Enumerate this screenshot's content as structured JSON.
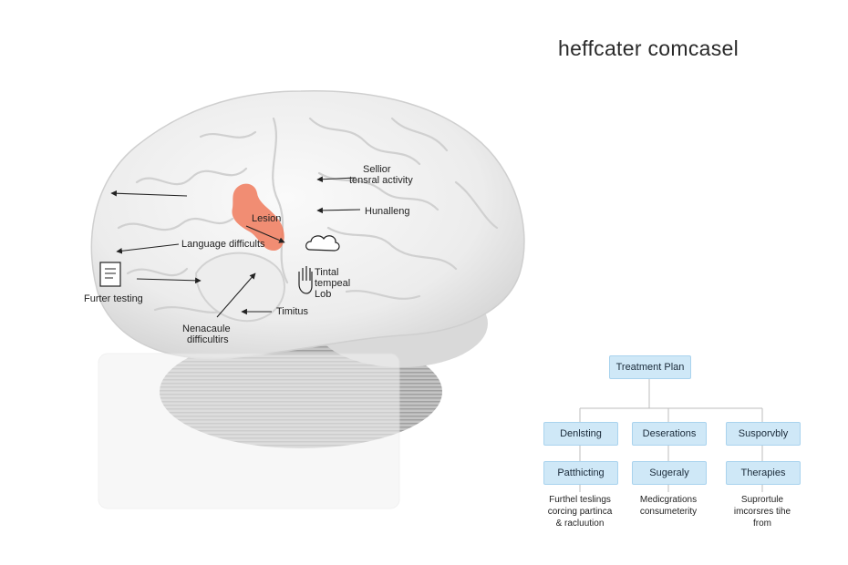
{
  "title": "heffcater comcasel",
  "brain_labels": {
    "sellior_line1": "Sellior",
    "sellior_line2": "tensral activity",
    "lesion": "Lesion",
    "hunalleng": "Hunalleng",
    "language": "Language difficults",
    "tintal_line1": "Tintal",
    "tintal_line2": "tempeal",
    "tintal_line3": "Lob",
    "further_testing": "Furter testing",
    "timitus": "Timitus",
    "nenacaule_line1": "Nenacaule",
    "nenacaule_line2": "difficultirs"
  },
  "icons": {
    "document": "document-icon",
    "cloud": "cloud-icon",
    "hand": "hand-icon"
  },
  "colors": {
    "lesion": "#f07a5c",
    "box_fill": "#cfe8f7",
    "box_border": "#a9d3ee"
  },
  "flowchart": {
    "root": "Treatment Plan",
    "columns": [
      {
        "head": "Denlsting",
        "sub": "Patthicting",
        "note_1": "Furthel teslings",
        "note_2": "corcing partinca",
        "note_3": "& racluution"
      },
      {
        "head": "Deserations",
        "sub": "Sugeraly",
        "note_1": "Medicgrations",
        "note_2": "consumeterity",
        "note_3": ""
      },
      {
        "head": "Susporvbly",
        "sub": "Therapies",
        "note_1": "Suprortule",
        "note_2": "imcorsres tihe",
        "note_3": "from"
      }
    ]
  }
}
